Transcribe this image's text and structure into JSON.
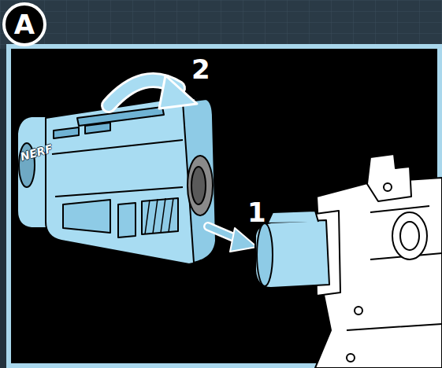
{
  "diagram": {
    "nodes": [
      {
        "text": [
          "A"
        ]
      }
    ],
    "labels": [
      "2",
      "1",
      "NERF"
    ]
  }
}
